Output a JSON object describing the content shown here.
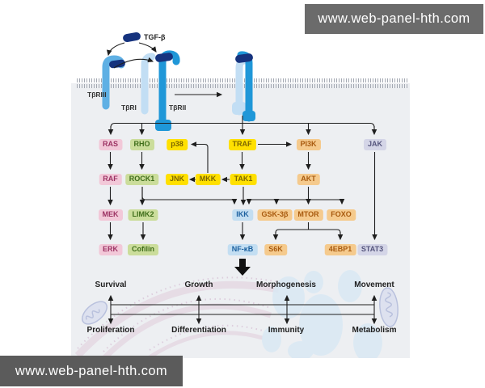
{
  "watermark": {
    "text": "www.web-panel-hth.com"
  },
  "ligand": {
    "label": "TGF-β"
  },
  "receptors": {
    "tbr3": "TβRIII",
    "tbr1": "TβRI",
    "tbr2": "TβRII"
  },
  "nodes": {
    "ras": "RAS",
    "rho": "RHO",
    "p38": "p38",
    "traf": "TRAF",
    "pi3k": "PI3K",
    "jak": "JAK",
    "raf": "RAF",
    "rock1": "ROCK1",
    "jnk": "JNK",
    "mkk": "MKK",
    "tak1": "TAK1",
    "akt": "AKT",
    "mek": "MEK",
    "limk2": "LIMK2",
    "ikk": "IKK",
    "gsk3b": "GSK-3β",
    "mtor": "MTOR",
    "foxo": "FOXO",
    "erk": "ERK",
    "cofilin": "Cofilin",
    "nfkb": "NF-κB",
    "s6k": "S6K",
    "e4ebp1": "4EBP1",
    "stat3": "STAT3"
  },
  "outcomes": {
    "top": [
      "Survival",
      "Growth",
      "Morphogenesis",
      "Movement"
    ],
    "bottom": [
      "Proliferation",
      "Differentiation",
      "Immunity",
      "Metabolism"
    ]
  },
  "colors": {
    "pink_box": "#f2c8d8",
    "green_box": "#cbdd9b",
    "yellow_box": "#ffe000",
    "orange_box": "#f5ca8d",
    "blue_box": "#c3def2",
    "lavender_box": "#d4d5e7",
    "receptor_dark_blue": "#1f97d8",
    "receptor_light_blue": "#c2def4",
    "receptor_mid_blue": "#5fb0e4",
    "ligand_navy": "#16337e",
    "watermark_bar": "#666666",
    "panel_bg": "#edeff2"
  }
}
